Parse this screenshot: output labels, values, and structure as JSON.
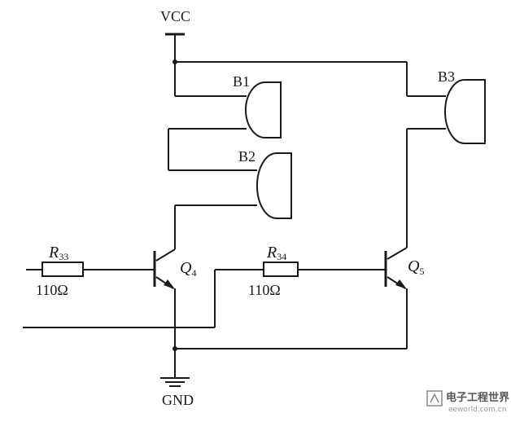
{
  "labels": {
    "vcc": "VCC",
    "gnd": "GND",
    "b1": "B1",
    "b2": "B2",
    "b3": "B3",
    "r33_letter": "R",
    "r33_num": "33",
    "r33_value": "110Ω",
    "r34_letter": "R",
    "r34_num": "34",
    "r34_value": "110Ω",
    "q4_letter": "Q",
    "q4_num": "4",
    "q5_letter": "Q",
    "q5_num": "5"
  },
  "watermark": {
    "brand": "电子工程世界",
    "site": "eeworld.com.cn"
  }
}
